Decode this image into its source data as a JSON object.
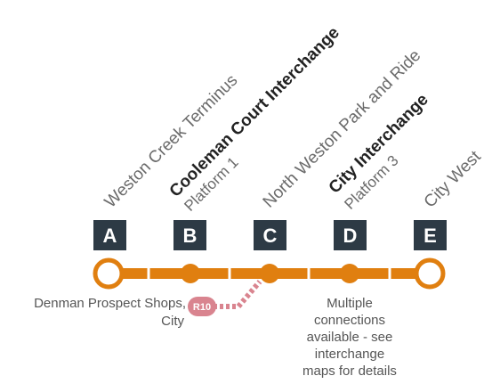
{
  "colors": {
    "line": "#e07f10",
    "connector": "#d9848f",
    "badge": "#2d3a45",
    "text": "#6b6b6b"
  },
  "stops": [
    {
      "letter": "A",
      "name": "Weston Creek Terminus",
      "interchange": false
    },
    {
      "letter": "B",
      "name": "Cooleman Court Interchange",
      "platform": "Platform 1",
      "interchange": true
    },
    {
      "letter": "C",
      "name": "North Weston Park and Ride",
      "interchange": false
    },
    {
      "letter": "D",
      "name": "City Interchange",
      "platform": "Platform 3",
      "interchange": true
    },
    {
      "letter": "E",
      "name": "City West",
      "interchange": false
    }
  ],
  "connections": {
    "route": "R10",
    "route_destination": [
      "Denman Prospect Shops,",
      "City"
    ],
    "multiple_note": [
      "Multiple",
      "connections",
      "available - see",
      "interchange",
      "maps for details"
    ]
  }
}
